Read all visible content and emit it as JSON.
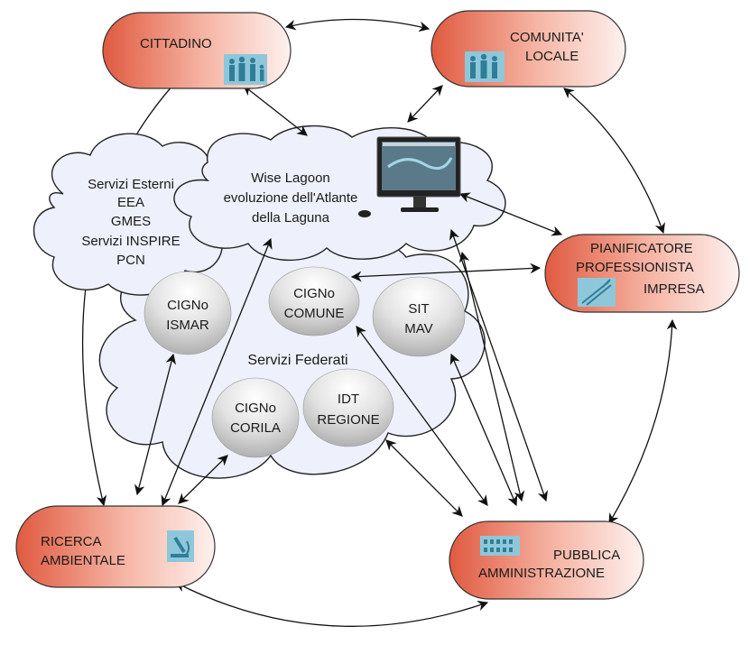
{
  "nodes": {
    "cittadino": {
      "lines": [
        "CITTADINO"
      ],
      "icon": "family-icon"
    },
    "comunita": {
      "lines": [
        "COMUNITA'",
        "LOCALE"
      ],
      "icon": "community-icon"
    },
    "pianificatore": {
      "lines": [
        "PIANIFICATORE",
        "PROFESSIONISTA",
        "IMPRESA"
      ],
      "icon": "compass-icon"
    },
    "ricerca": {
      "lines": [
        "RICERCA",
        "AMBIENTALE"
      ],
      "icon": "microscope-icon"
    },
    "pubblica": {
      "lines": [
        "PUBBLICA",
        "AMMINISTRAZIONE"
      ],
      "icon": "building-icon"
    }
  },
  "clouds": {
    "servizi_esterni": [
      "Servizi Esterni",
      "EEA",
      "GMES",
      "Servizi INSPIRE",
      "PCN"
    ],
    "wise_lagoon": [
      "Wise Lagoon",
      "evoluzione dell'Atlante",
      "della Laguna"
    ],
    "servizi_federati": "Servizi Federati"
  },
  "services": {
    "cigno_ismar": [
      "CIGNo",
      "ISMAR"
    ],
    "cigno_comune": [
      "CIGNo",
      "COMUNE"
    ],
    "sit_mav": [
      "SIT",
      "MAV"
    ],
    "cigno_corila": [
      "CIGNo",
      "CORILA"
    ],
    "idt_regione": [
      "IDT",
      "REGIONE"
    ]
  },
  "colors": {
    "node_red": "#e05a40",
    "node_light": "#fdf1ee",
    "cloud_fill": "#eef0fb",
    "sphere_dark": "#bdbdbd",
    "sphere_light": "#f4f4f4",
    "icon_fill": "#8fc7da",
    "icon_figure": "#2f7e98"
  }
}
